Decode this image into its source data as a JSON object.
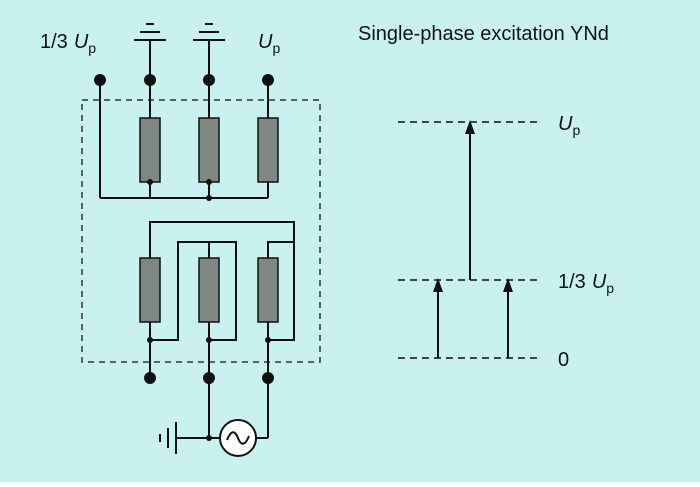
{
  "title": "Single-phase excitation YNd",
  "colors": {
    "background": "#c9f1ef",
    "frame": "#333333",
    "winding_fill": "#7f8783",
    "line": "#111111"
  },
  "labels": {
    "terminal_left_prefix": "1/3",
    "terminal_left_symbol": "U",
    "terminal_left_sub": "p",
    "terminal_right_symbol": "U",
    "terminal_right_sub": "p"
  },
  "level_diagram": {
    "levels": [
      {
        "label_symbol": "U",
        "label_sub": "p",
        "label_prefix": ""
      },
      {
        "label_symbol": "U",
        "label_sub": "p",
        "label_prefix": "1/3"
      },
      {
        "label_symbol": "",
        "label_sub": "",
        "label_prefix": "0"
      }
    ]
  },
  "icons": [
    "ground-icon",
    "ground-icon",
    "ground-icon",
    "ac-source-icon"
  ]
}
